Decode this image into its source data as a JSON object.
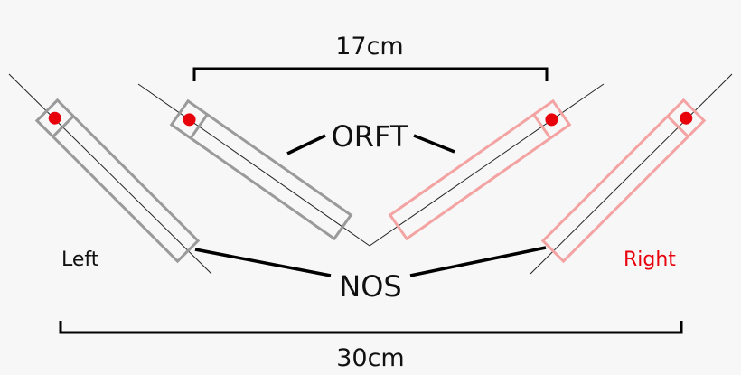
{
  "labels": {
    "orft_spacing": "17cm",
    "orft": "ORFT",
    "left": "Left",
    "right": "Right",
    "nos": "NOS",
    "nos_spacing": "30cm"
  },
  "colors": {
    "background": "#f7f7f7",
    "left_body": "#9a9a9a",
    "right_body": "#f4a3a3",
    "capsule_dot": "#e8000b",
    "axis_line": "#222222",
    "leader_line": "#000000",
    "right_label": "#e8000b",
    "text": "#111111"
  }
}
